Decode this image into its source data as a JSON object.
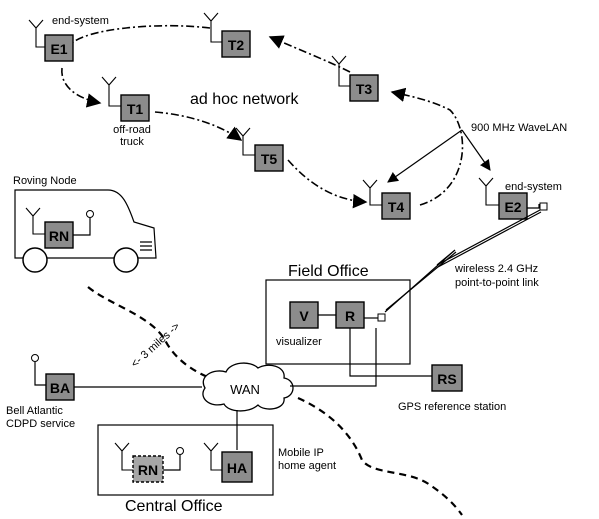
{
  "labels": {
    "end_system_top": "end-system",
    "ad_hoc_network": "ad hoc network",
    "wavelan": "900 MHz WaveLAN",
    "off_road": "off-road",
    "truck": "truck",
    "end_system_right": "end-system",
    "roving_node": "Roving Node",
    "field_office": "Field Office",
    "wireless_line1": "wireless 2.4 GHz",
    "wireless_line2": "point-to-point link",
    "three_miles": "<- 3 miles ->",
    "visualizer": "visualizer",
    "wan": "WAN",
    "gps_station": "GPS reference station",
    "bell_atlantic_line1": "Bell Atlantic",
    "bell_atlantic_line2": "CDPD service",
    "mobile_ip_line1": "Mobile IP",
    "mobile_ip_line2": "home agent",
    "central_office": "Central Office"
  },
  "nodes": {
    "E1": "E1",
    "T2": "T2",
    "T3": "T3",
    "T1": "T1",
    "T5": "T5",
    "T4": "T4",
    "E2": "E2",
    "RN": "RN",
    "V": "V",
    "R": "R",
    "RS": "RS",
    "BA": "BA",
    "RN_home": "RN",
    "HA": "HA"
  }
}
